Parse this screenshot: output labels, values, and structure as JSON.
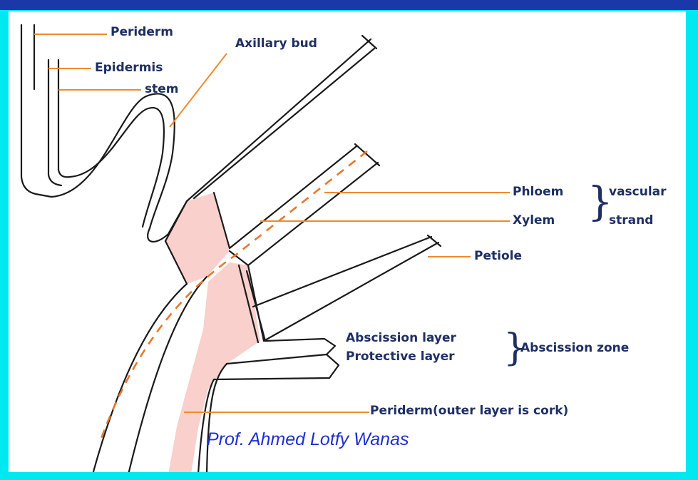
{
  "colors": {
    "frame": "#00e8f0",
    "topbar": "#1a38a8",
    "tissue_fill": "#f9d0cc",
    "leader_line": "#f0892e",
    "vascular_dash": "#e8772a",
    "label_text": "#1e2f63",
    "credit_text": "#1e2fd0"
  },
  "labels": {
    "periderm_top": "Periderm",
    "epidermis": "Epidermis",
    "stem": "stem",
    "axillary_bud": "Axillary bud",
    "phloem": "Phloem",
    "xylem": "Xylem",
    "vascular": "vascular",
    "strand": "strand",
    "petiole": "Petiole",
    "abscission_layer": "Abscission layer",
    "protective_layer": "Protective layer",
    "abscission_zone": "Abscission zone",
    "periderm_cork": "Periderm(outer layer is cork)"
  },
  "credit": "Prof. Ahmed Lotfy Wanas"
}
